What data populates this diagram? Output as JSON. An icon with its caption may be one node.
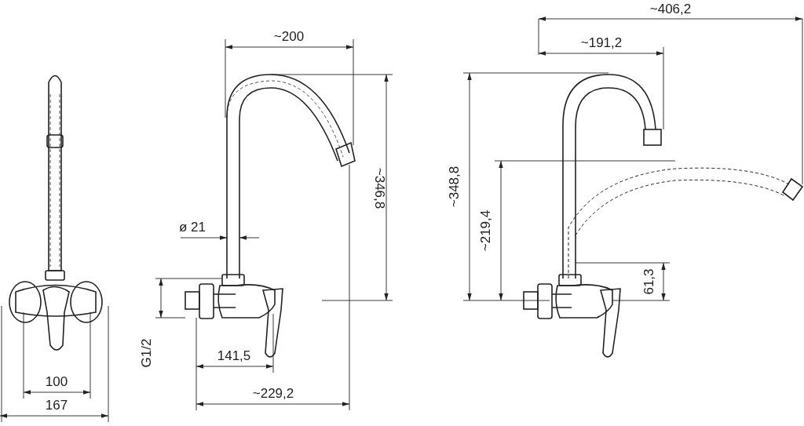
{
  "diagram": {
    "labels": [
      "~406,2",
      "~200",
      "~191,2",
      "~346,8",
      "~348,8",
      "~219,4",
      "ø 21",
      "61,3",
      "G1/2",
      "141,5",
      "100",
      "~229,2",
      "167"
    ]
  }
}
